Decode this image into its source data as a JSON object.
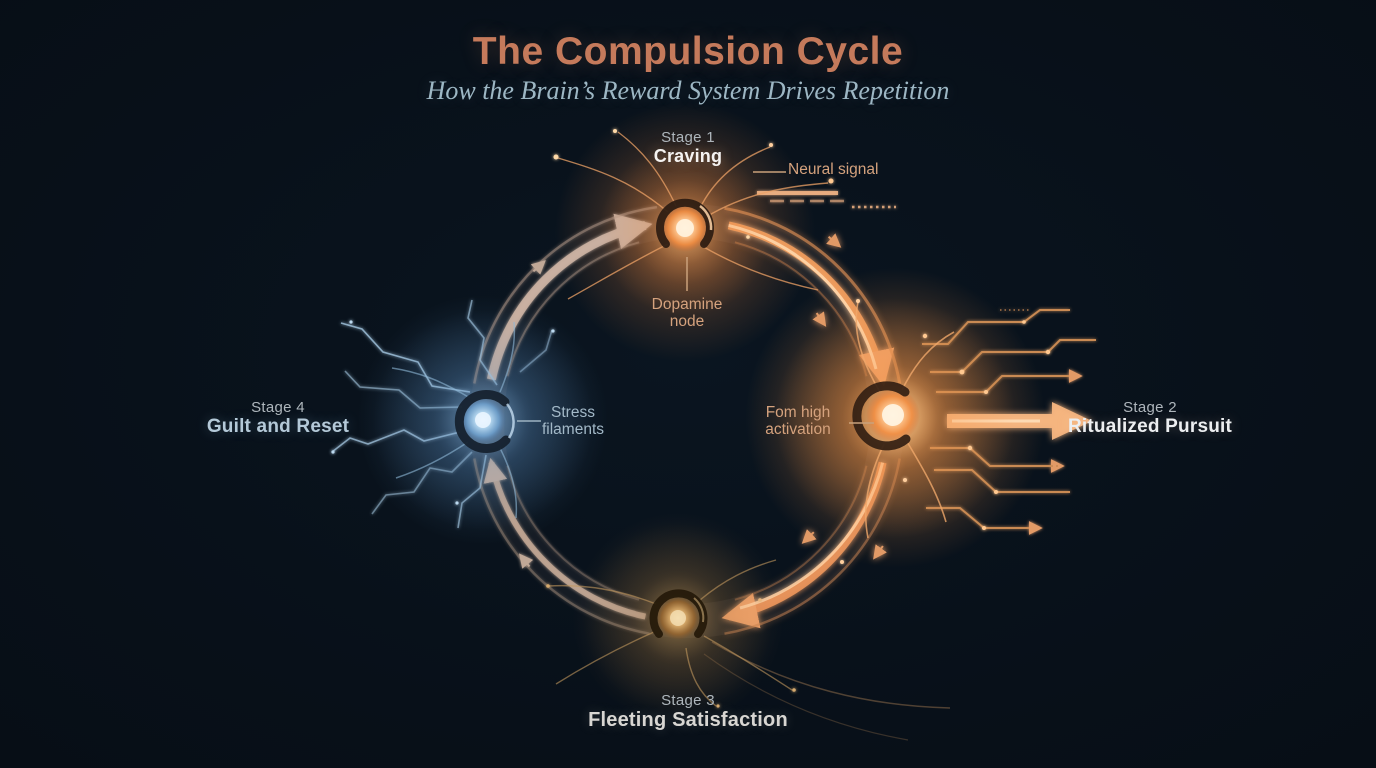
{
  "header": {
    "title": "The Compulsion Cycle",
    "subtitle": "How the Brain’s Reward System Drives Repetition"
  },
  "stages": [
    {
      "label": "Stage 1",
      "name": "Craving"
    },
    {
      "label": "Stage 2",
      "name": "Ritualized Pursuit"
    },
    {
      "label": "Stage 3",
      "name": "Fleeting Satisfaction"
    },
    {
      "label": "Stage 4",
      "name": "Guilt and Reset"
    }
  ],
  "annotations": {
    "neural_signal": "Neural signal",
    "dopamine_node": "Dopamine node",
    "form_high_activation": "Fom high activation",
    "stress_filaments": "Stress filaments"
  },
  "colors": {
    "background": "#081019",
    "title": "#c57a5b",
    "subtitle": "#9db7c4",
    "stage_kicker": "#aeb6bc",
    "stage1_name": "#f5f3f1",
    "stage2_name": "#eceef0",
    "stage3_name": "#d8d6d2",
    "stage4_name": "#b4c9d8",
    "cycle_orange": "#ef9b5c",
    "cycle_pale": "#cbb2a2",
    "node_gold": "#d8ab6b",
    "node_blue": "#9fc6e2",
    "annotation_orange": "#d5a27d",
    "annotation_blue": "#a3b9c8"
  }
}
